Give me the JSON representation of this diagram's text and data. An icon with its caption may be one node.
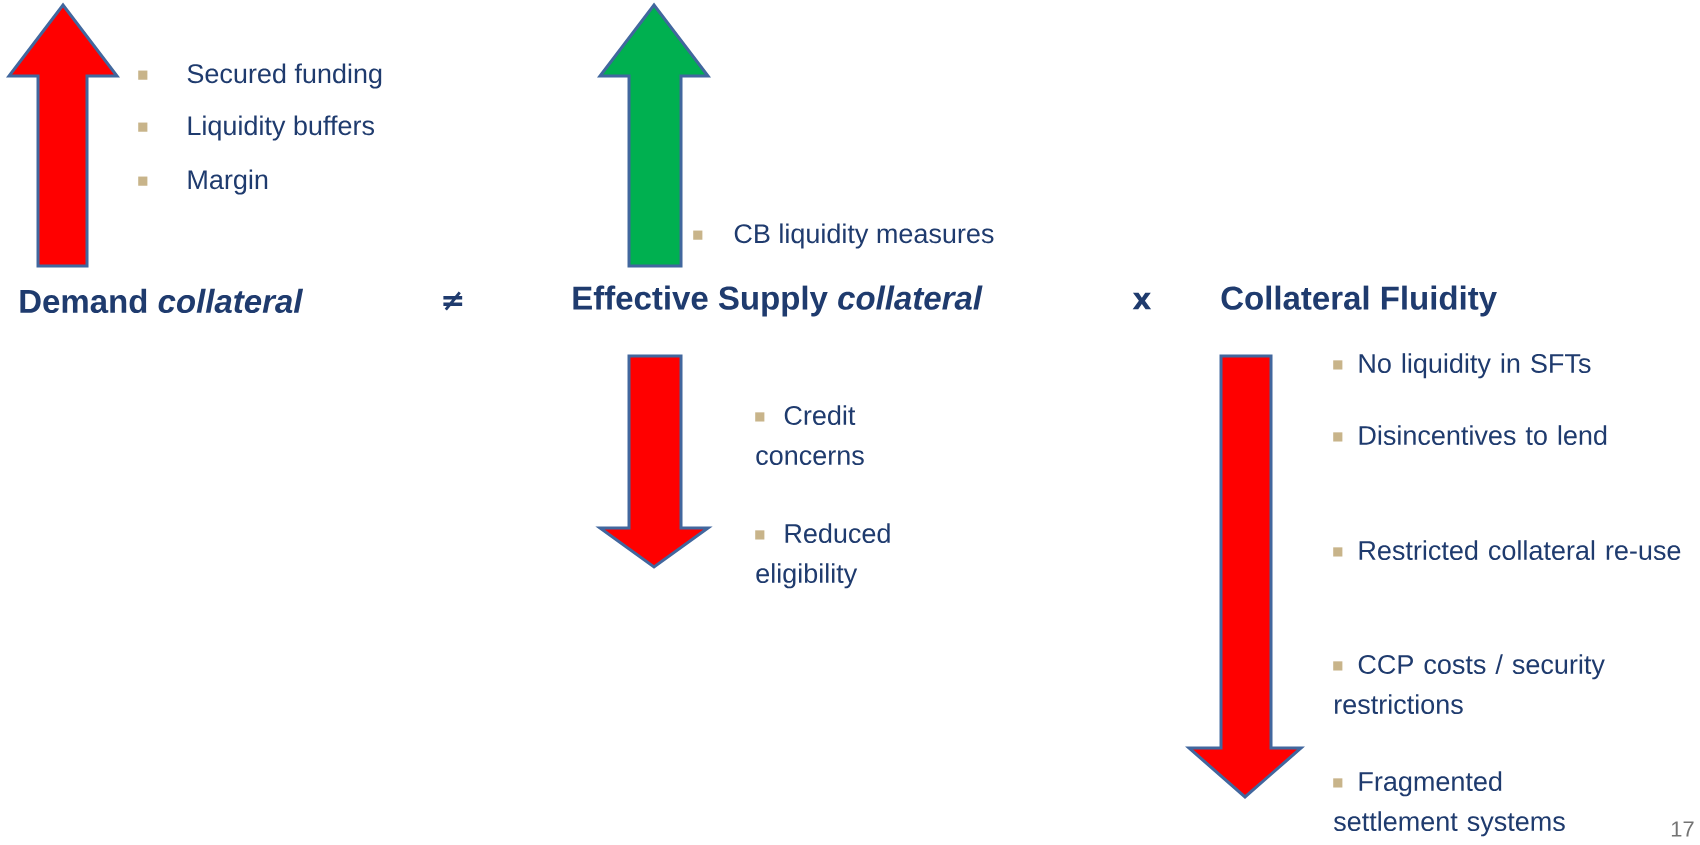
{
  "diagram": {
    "labels": [
      "Secured funding",
      "Liquidity buffers",
      "Margin",
      "CB liquidity measures",
      "Demand *collateral*",
      "≠",
      "Effective Supply *collateral*",
      "x",
      "Collateral Fluidity",
      "No liquidity in SFTs",
      "Credit concerns",
      "Disincentives to lend",
      "Reduced eligibility",
      "Restricted collateral re-use",
      "CCP costs / security restrictions",
      "Fragmented settlement systems",
      "17"
    ]
  }
}
